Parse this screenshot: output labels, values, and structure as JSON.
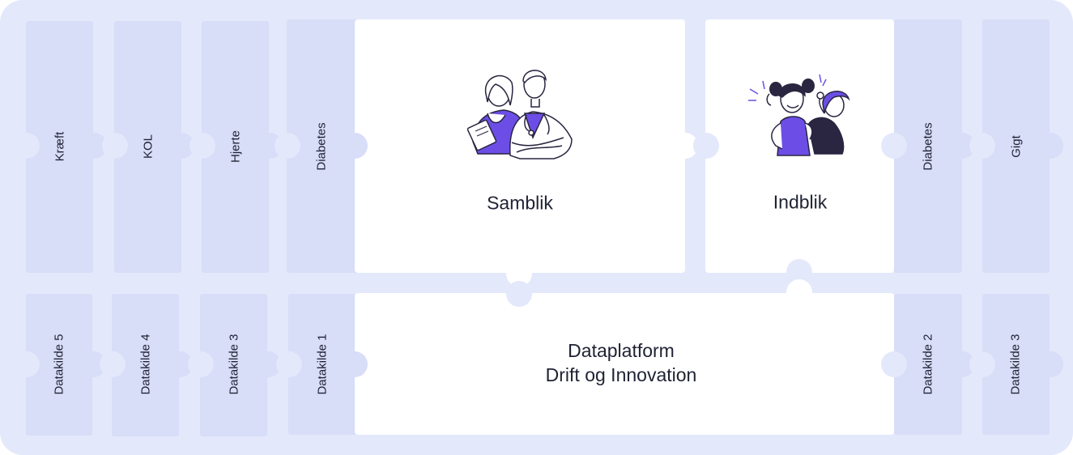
{
  "top_row_left": [
    "Kræft",
    "KOL",
    "Hjerte",
    "Diabetes"
  ],
  "top_row_right": [
    "Diabetes",
    "Gigt"
  ],
  "bottom_row_left": [
    "Datakilde 5",
    "Datakilde 4",
    "Datakilde 3",
    "Datakilde 1"
  ],
  "bottom_row_right": [
    "Datakilde 2",
    "Datakilde 3"
  ],
  "samblik": {
    "label": "Samblik",
    "icon": "doctors-illustration-icon"
  },
  "indblik": {
    "label": "Indblik",
    "icon": "people-illustration-icon"
  },
  "dataplatform": {
    "line1": "Dataplatform",
    "line2": "Drift og Innovation"
  },
  "colors": {
    "board": "#e4e8fb",
    "tile": "#d8ddf8",
    "panel": "#ffffff",
    "accent": "#6c4ee6",
    "text": "#1f2233"
  }
}
